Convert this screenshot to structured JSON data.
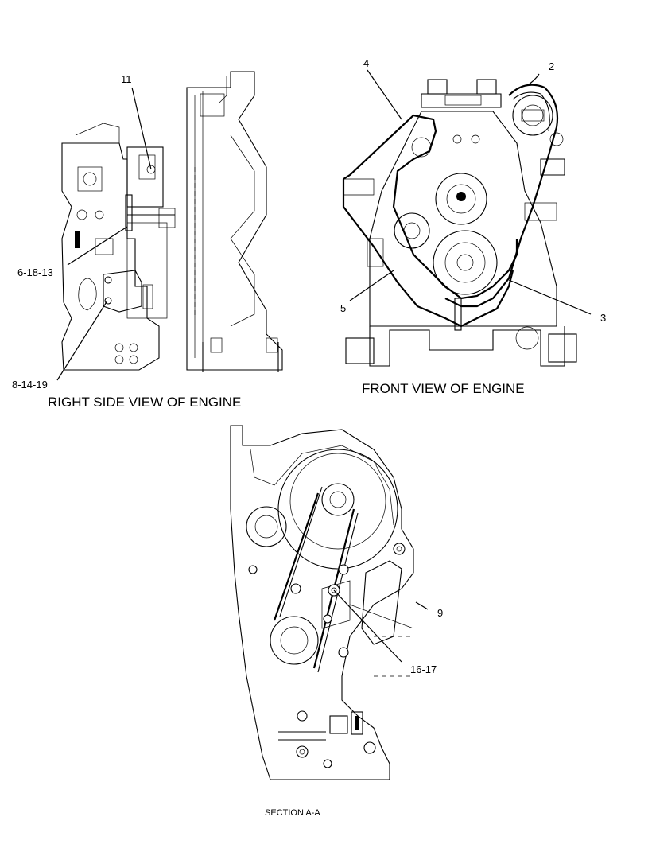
{
  "views": {
    "right_side": {
      "caption": "RIGHT SIDE VIEW OF ENGINE",
      "callouts": [
        "11",
        "6-18-13",
        "8-14-19"
      ]
    },
    "front": {
      "caption": "FRONT VIEW OF ENGINE",
      "callouts": [
        "4",
        "2",
        "5",
        "3"
      ]
    },
    "section": {
      "caption": "SECTION A-A",
      "callouts": [
        "9",
        "16-17"
      ]
    }
  }
}
